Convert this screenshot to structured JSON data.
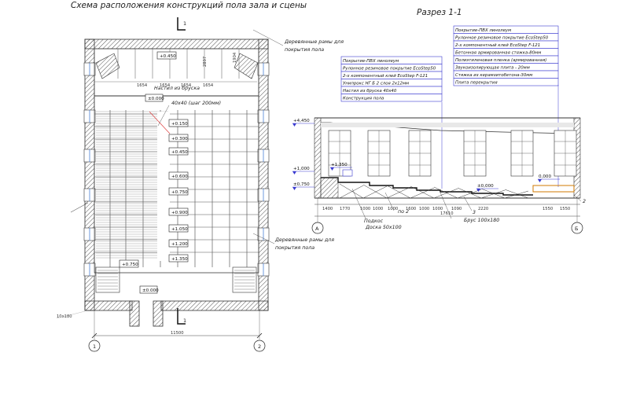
{
  "titles": {
    "plan": "Схема расположения конструкций пола зала и сцены",
    "section": "Разрез 1-1"
  },
  "plan": {
    "stage_level": "+0.450",
    "hall_level": "±0.000",
    "lower_levels": [
      "+0.750",
      "±0.000"
    ],
    "row_levels": [
      "+0.150",
      "+0.300",
      "+0.450",
      "+0.600",
      "+0.750",
      "+0.900",
      "+1.050",
      "+1.200",
      "+1.350"
    ],
    "note_bars": "Настил из бруска",
    "note_bars_size": "40х40 (шаг 200мм)",
    "note_frames_top_1": "Деревянные рамы для",
    "note_frames_top_2": "покрытия пола",
    "note_frames_bottom_1": "Деревянные рамы для",
    "note_frames_bottom_2": "покрытия пола",
    "stage_dims": [
      "1654",
      "1654",
      "1654",
      "1654"
    ],
    "stage_vdims": [
      "2897",
      "1904"
    ],
    "width_dim": "11500",
    "axis_left": "1",
    "axis_right": "2",
    "cut_mark": "1",
    "wall_note": "10х180"
  },
  "section": {
    "levels": [
      "+4,450",
      "+1,000",
      "±0,750",
      "+1,350",
      "±0,000",
      "0,000"
    ],
    "legend_left": [
      "Покрытие-ПВХ линолеум",
      "Рулонное резиновое покрытие EcoStep50",
      "2-х компонентный клей EcoStep F-121",
      "Унипрокс НГ Б 2 слоя 2х12мм",
      "Настил из бруска 40х40",
      "Конструкция пола"
    ],
    "legend_right": [
      "Покрытие-ПВХ линолеум",
      "Рулонное резиновое покрытие EcoStep50",
      "2-х компонентный клей EcoStep F-121",
      "Бетонная армированная стяжка-80мм",
      "Полиэтиленовая пленка (армированная)",
      "Звукоизолирующая плита - 20мм",
      "Стяжка из керамзитобетона-30мм",
      "Плита перекрытия"
    ],
    "dims": [
      "1400",
      "1770",
      "1000",
      "1000",
      "1000",
      "1600",
      "1000",
      "1000",
      "1090",
      "2220",
      "1550",
      "1550"
    ],
    "total_dim": "17610",
    "axis_left": "А",
    "axis_right": "Б",
    "callouts": {
      "podkos": "Подкос",
      "board": "Доска 50х100",
      "beam": "Брус 100х180",
      "p2": "по 2",
      "n2": "2",
      "n3": "3"
    }
  }
}
